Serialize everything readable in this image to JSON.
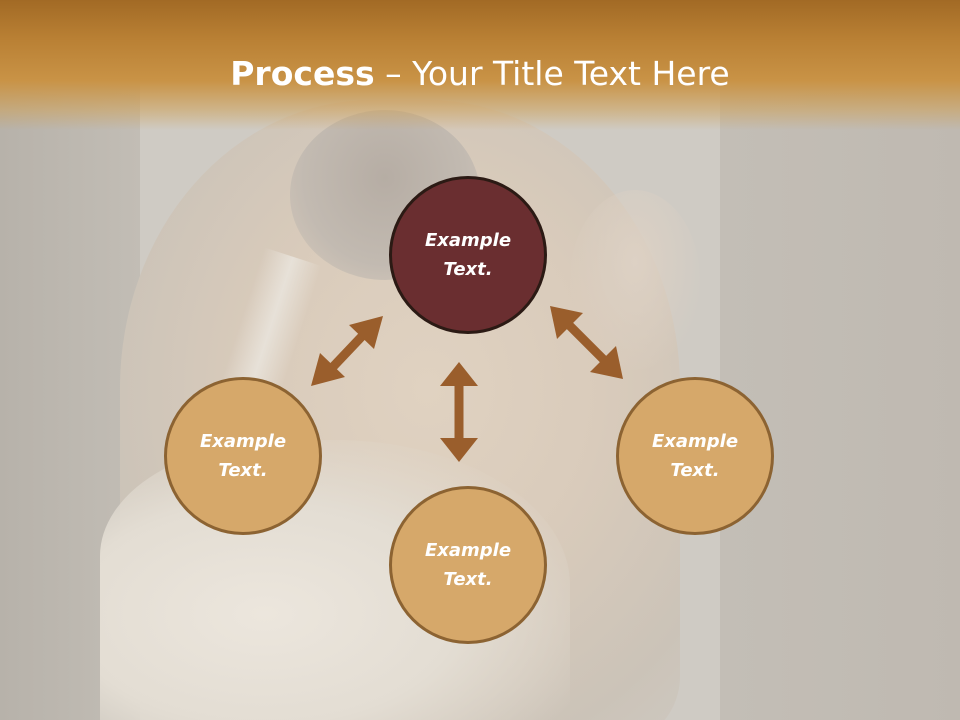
{
  "slide": {
    "title_bold": "Process",
    "title_rest": " – Your Title Text Here"
  },
  "diagram": {
    "nodes": [
      {
        "id": "top",
        "label": "Example Text."
      },
      {
        "id": "left",
        "label": "Example Text."
      },
      {
        "id": "bottom",
        "label": "Example Text."
      },
      {
        "id": "right",
        "label": "Example Text."
      }
    ],
    "colors": {
      "primary_fill": "#6a2e30",
      "secondary_fill": "#d6a86a",
      "arrow": "#9a5e2c",
      "title_band": "#b98034"
    }
  }
}
